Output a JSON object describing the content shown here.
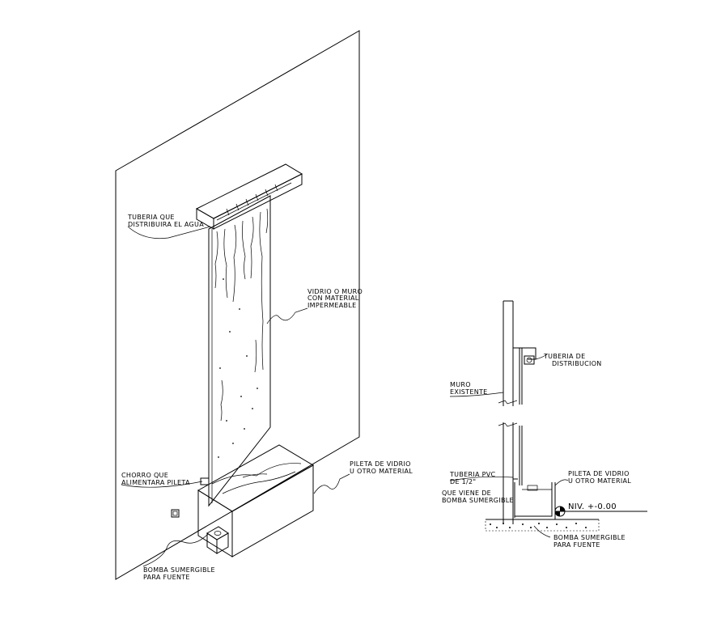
{
  "iso": {
    "tuberia": [
      "TUBERIA QUE",
      "DISTRIBUIRA EL AGUA"
    ],
    "vidrio": [
      "VIDRIO O MURO",
      "CON MATERIAL",
      "IMPERMEABLE"
    ],
    "chorro": [
      "CHORRO QUE",
      "ALIMENTARA PILETA"
    ],
    "pileta": [
      "PILETA DE VIDRIO",
      "U OTRO MATERIAL"
    ],
    "bomba": [
      "BOMBA SUMERGIBLE",
      "PARA FUENTE"
    ]
  },
  "section": {
    "tuberia": [
      "TUBERIA DE",
      "DISTRIBUCION"
    ],
    "muro": [
      "MURO",
      "EXISTENTE"
    ],
    "pvc": [
      "TUBERIA PVC",
      "DE 1/2\"",
      "QUE VIENE DE",
      "BOMBA SUMERGIBLE"
    ],
    "pileta": [
      "PILETA DE VIDRIO",
      "U OTRO MATERIAL"
    ],
    "nivel": "NIV. +-0.00",
    "bomba": [
      "BOMBA SUMERGIBLE",
      "PARA FUENTE"
    ]
  }
}
